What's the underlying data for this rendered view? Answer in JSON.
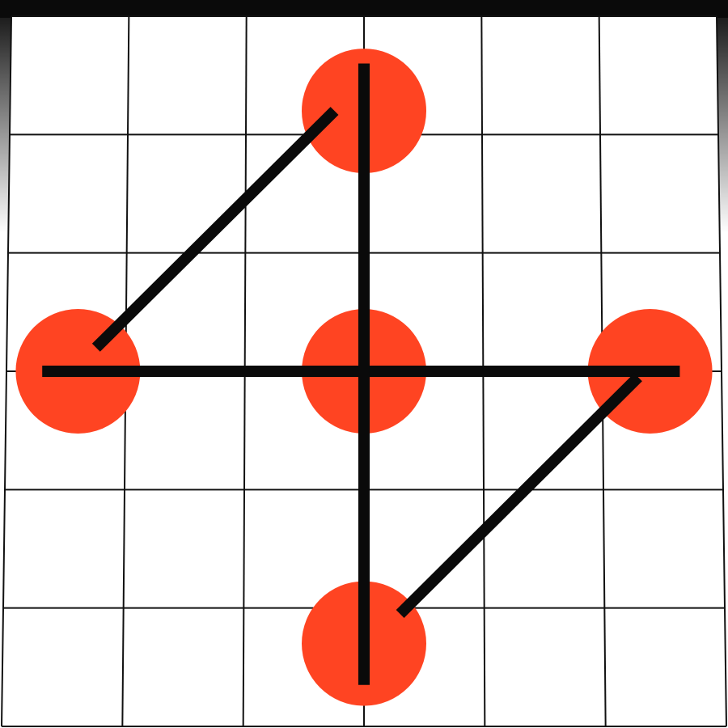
{
  "colors": {
    "dot": "#FF4422",
    "line": "#0A0A0A",
    "grid": "#111111",
    "paper": "#FFFFFF",
    "frame_dark": "#0A0A0A",
    "frame_light": "#FFFFFF"
  },
  "puzzle": {
    "grid_columns": 6,
    "grid_rows": 6,
    "dots": [
      {
        "col": 3,
        "row": 0.8
      },
      {
        "col": 0.6,
        "row": 3
      },
      {
        "col": 3,
        "row": 3
      },
      {
        "col": 5.4,
        "row": 3
      },
      {
        "col": 3,
        "row": 5.3
      }
    ],
    "strokes": [
      {
        "from": [
          3,
          0.4
        ],
        "to": [
          3,
          5.65
        ]
      },
      {
        "from": [
          0.3,
          3
        ],
        "to": [
          5.65,
          3
        ]
      },
      {
        "from": [
          0.75,
          2.8
        ],
        "to": [
          2.75,
          0.8
        ]
      },
      {
        "from": [
          3.3,
          5.05
        ],
        "to": [
          5.3,
          3.05
        ]
      }
    ]
  }
}
